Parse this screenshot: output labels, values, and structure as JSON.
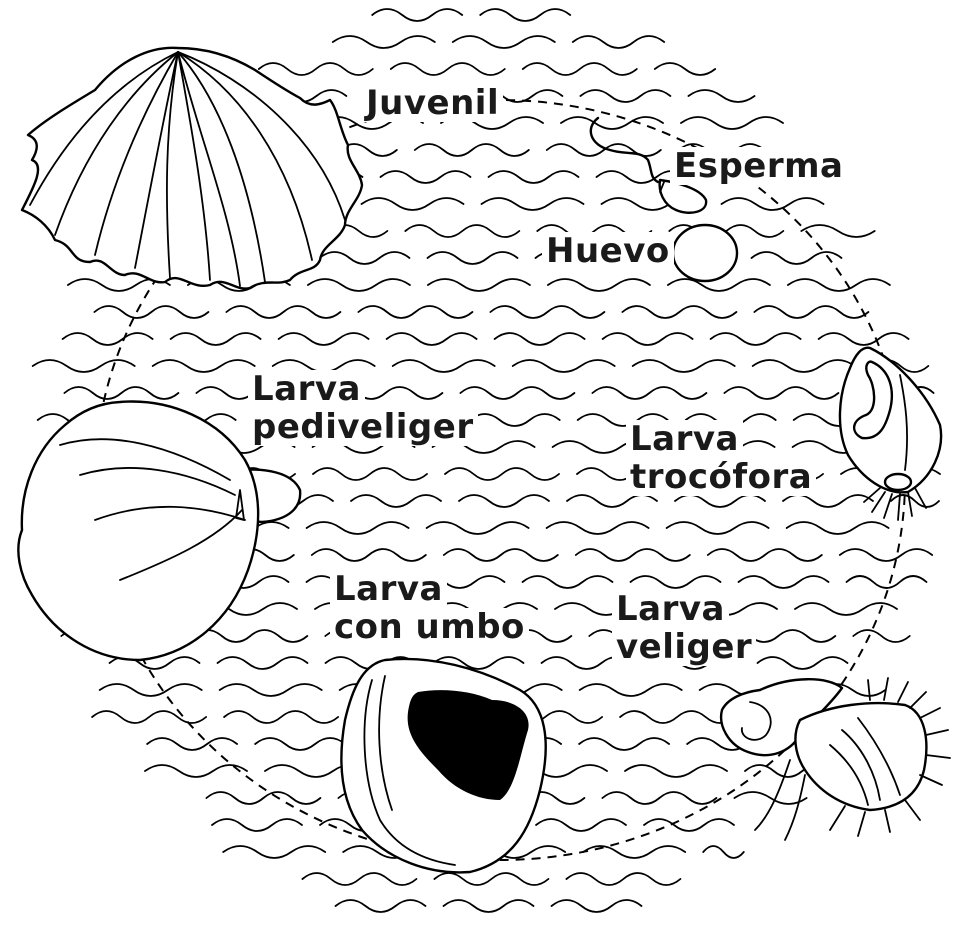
{
  "diagram": {
    "stages": {
      "juvenil": "Juvenil",
      "esperma": "Esperma",
      "huevo": "Huevo",
      "trocofora_1": "Larva",
      "trocofora_2": "trocófora",
      "veliger_1": "Larva",
      "veliger_2": "veliger",
      "umbo_1": "Larva",
      "umbo_2": "con umbo",
      "pediveliger_1": "Larva",
      "pediveliger_2": "pediveliger"
    },
    "colors": {
      "line": "#000000",
      "background": "#ffffff"
    },
    "icons": [
      "scallop-shell-icon",
      "sperm-icon",
      "egg-icon",
      "trochophore-larva-icon",
      "veliger-larva-icon",
      "umbo-larva-icon",
      "pediveliger-larva-icon",
      "wave-pattern-icon"
    ]
  }
}
